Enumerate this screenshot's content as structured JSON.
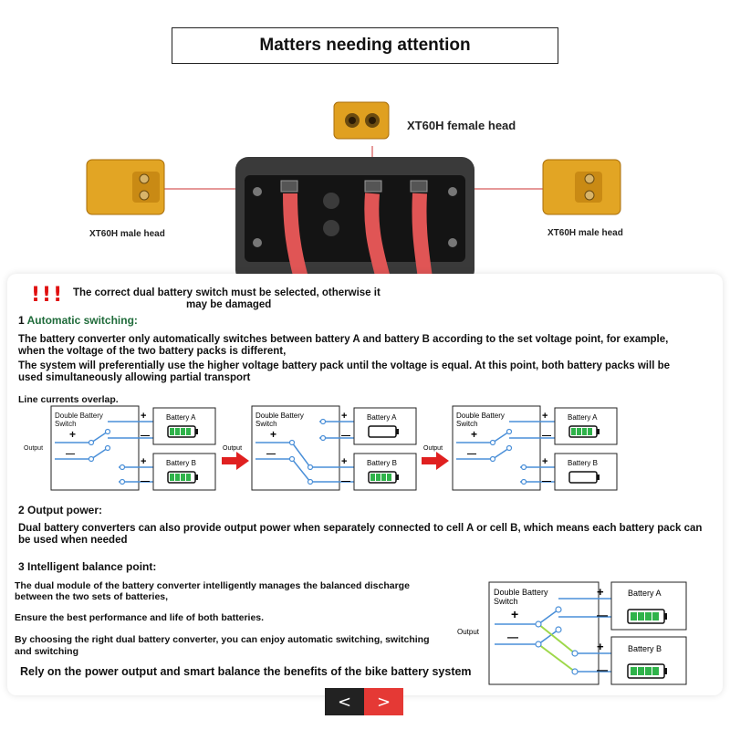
{
  "title": "Matters needing attention",
  "photo": {
    "female_label": "XT60H female head",
    "male_label_left": "XT60H male head",
    "male_label_right": "XT60H male head"
  },
  "warning": {
    "icon": "!!!",
    "line1": "The correct dual battery switch must be selected, otherwise it",
    "line2": "may be damaged"
  },
  "section1": {
    "heading_num": "1",
    "heading": "Automatic switching:",
    "p1_l1": "The battery converter only automatically switches between battery A and battery B according to the set voltage point, for example,",
    "p1_l2": "when the voltage of the two battery packs is different,",
    "p2_l1": "The system will preferentially use the higher voltage battery pack until the voltage is equal. At this point, both battery packs will be",
    "p2_l2": "used simultaneously allowing partial transport",
    "note": "Line currents overlap."
  },
  "diagram": {
    "switch_l1": "Double  Battery",
    "switch_l2": "Switch",
    "output": "Output",
    "plus": "+",
    "minus": "—",
    "battery_a": "Battery A",
    "battery_b": "Battery B"
  },
  "section2": {
    "heading": "2 Output power:",
    "l1": "Dual battery converters can also provide output power when separately connected to cell A or cell B, which means each battery pack can",
    "l2": "be used when needed"
  },
  "section3": {
    "heading": "3 Intelligent balance point:",
    "l1": "The dual module of the battery converter intelligently manages the balanced discharge",
    "l2": "between the two sets of batteries,",
    "l3": "Ensure the best performance and life of both batteries.",
    "l4": "By choosing the right dual battery converter, you can enjoy automatic switching, switching",
    "l5": "and switching",
    "l6": "Rely on the power output and smart balance the benefits of the bike battery system"
  },
  "pager": {
    "prev": "<",
    "next": ">"
  },
  "colors": {
    "arrow": "#e02020",
    "wire": "#4a8fd8",
    "battery_green": "#2fb34a",
    "balance_green": "#9ed84a"
  }
}
